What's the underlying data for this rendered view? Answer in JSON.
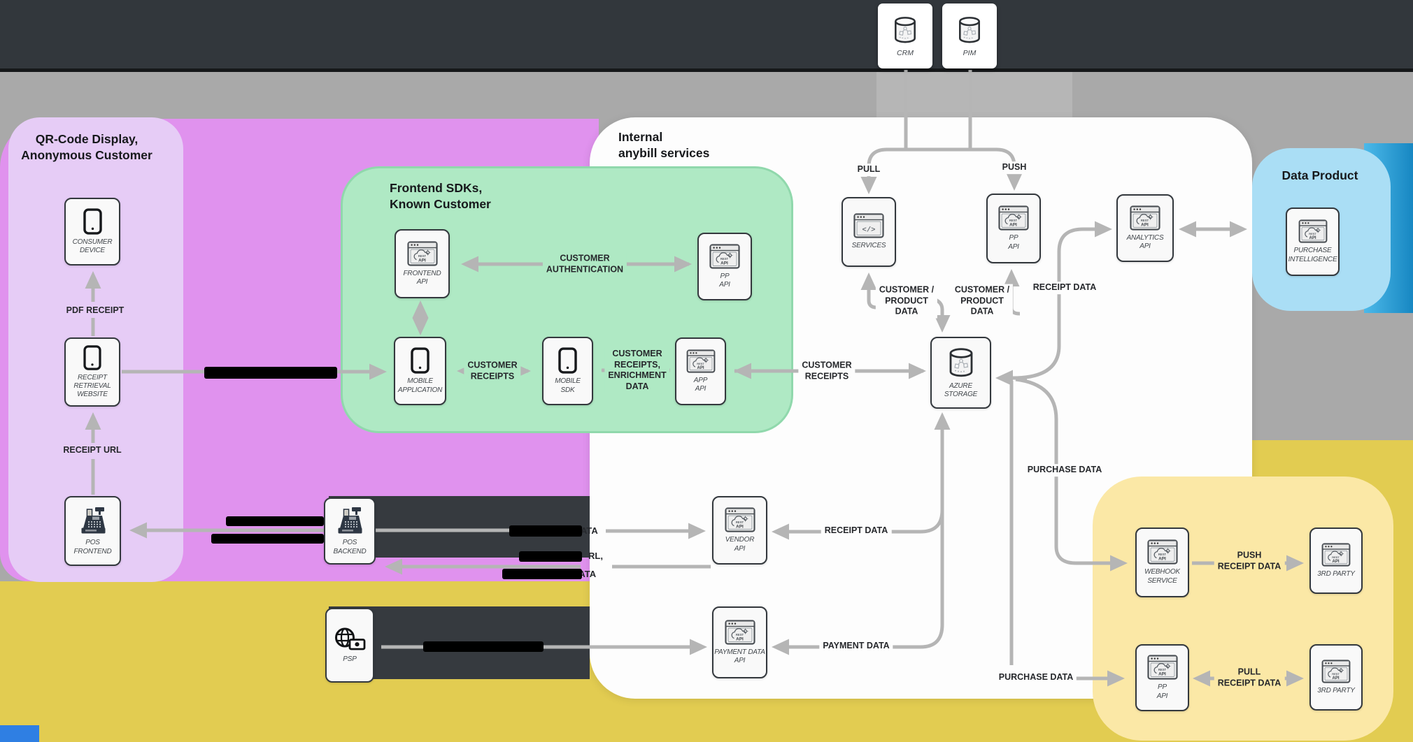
{
  "regions": {
    "qr": {
      "title": "QR-Code Display,\nAnonymous Customer"
    },
    "frontend_sdks": {
      "title": "Frontend SDKs,\nKnown Customer"
    },
    "internal": {
      "title": "Internal\nanybill services"
    },
    "data_product": {
      "title": "Data Product"
    }
  },
  "nodes": {
    "crm": "CRM",
    "pim": "PIM",
    "consumer_device": "CONSUMER\nDEVICE",
    "receipt_retrieval_website": "RECEIPT\nRETRIEVAL\nWEBSITE",
    "pos_frontend": "POS\nFRONTEND",
    "frontend_api": "FRONTEND\nAPI",
    "pp_api_sdk": "PP\nAPI",
    "mobile_application": "MOBILE\nAPPLICATION",
    "mobile_sdk": "MOBILE\nSDK",
    "app_api": "APP\nAPI",
    "services": "SERVICES",
    "pp_api_internal": "PP\nAPI",
    "analytics_api": "ANALYTICS\nAPI",
    "azure_storage": "AZURE\nSTORAGE",
    "vendor_api": "VENDOR\nAPI",
    "payment_data_api": "PAYMENT DATA\nAPI",
    "purchase_intelligence": "PURCHASE\nINTELLIGENCE",
    "pos_backend": "POS\nBACKEND",
    "psp": "PSP",
    "webhook_service": "WEBHOOK\nSERVICE",
    "third_party_push": "3RD PARTY",
    "pp_api_partner": "PP\nAPI",
    "third_party_pull": "3RD PARTY"
  },
  "edge_labels": {
    "pull": "PULL",
    "push": "PUSH",
    "customer_product_left": "CUSTOMER /\nPRODUCT\nDATA",
    "customer_product_right": "CUSTOMER /\nPRODUCT\nDATA",
    "receipt_data_top": "RECEIPT DATA",
    "customer_authentication": "CUSTOMER\nAUTHENTICATION",
    "customer_receipts_sdk": "CUSTOMER\nRECEIPTS",
    "customer_receipts_enrichment": "CUSTOMER\nRECEIPTS,\nENRICHMENT\nDATA",
    "customer_receipts_azure": "CUSTOMER\nRECEIPTS",
    "receipt_data_vendor": "RECEIPT DATA",
    "payment_data": "PAYMENT DATA",
    "purchase_data_top": "PURCHASE DATA",
    "purchase_data_bottom": "PURCHASE DATA",
    "push_receipt_data": "PUSH\nRECEIPT DATA",
    "pull_receipt_data": "PULL\nRECEIPT DATA",
    "pdf_receipt": "PDF RECEIPT",
    "receipt_url": "RECEIPT URL"
  },
  "redacted_fragments": {
    "frag1": "ATA",
    "frag2": "RL,",
    "frag3": "DATA"
  },
  "colors": {
    "dark_bar": "#32373c",
    "gray_band": "#a9a9a9",
    "magenta": "#e092ee",
    "light_purple": "#e6ccf6",
    "green": "#afe9c4",
    "white_panel": "#fdfdfd",
    "blue_dark": "#2f9fd6",
    "light_blue": "#aadef5",
    "yellow_dark": "#e2cc51",
    "light_yellow": "#fbe8a6",
    "line_gray": "#b5b5b5",
    "redaction": "#000000"
  }
}
